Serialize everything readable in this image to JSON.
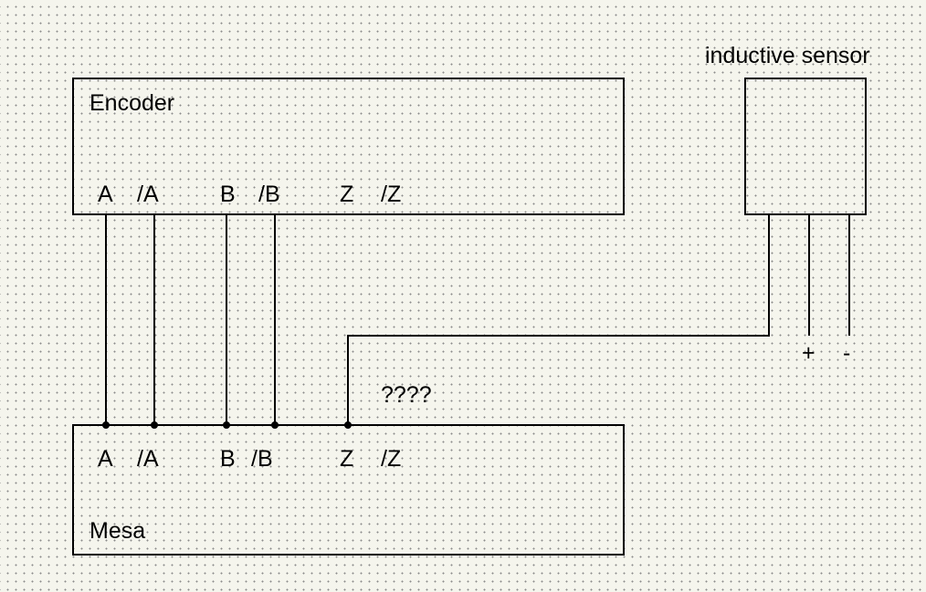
{
  "encoder": {
    "title": "Encoder",
    "pins": {
      "a": "A",
      "a_not": "/A",
      "b": "B",
      "b_not": "/B",
      "z": "Z",
      "z_not": "/Z"
    }
  },
  "mesa": {
    "title": "Mesa",
    "pins": {
      "a": "A",
      "a_not": "/A",
      "b": "B",
      "b_not": "/B",
      "z": "Z",
      "z_not": "/Z"
    }
  },
  "sensor": {
    "title": "inductive sensor",
    "plus": "+",
    "minus": "-"
  },
  "question": "????"
}
